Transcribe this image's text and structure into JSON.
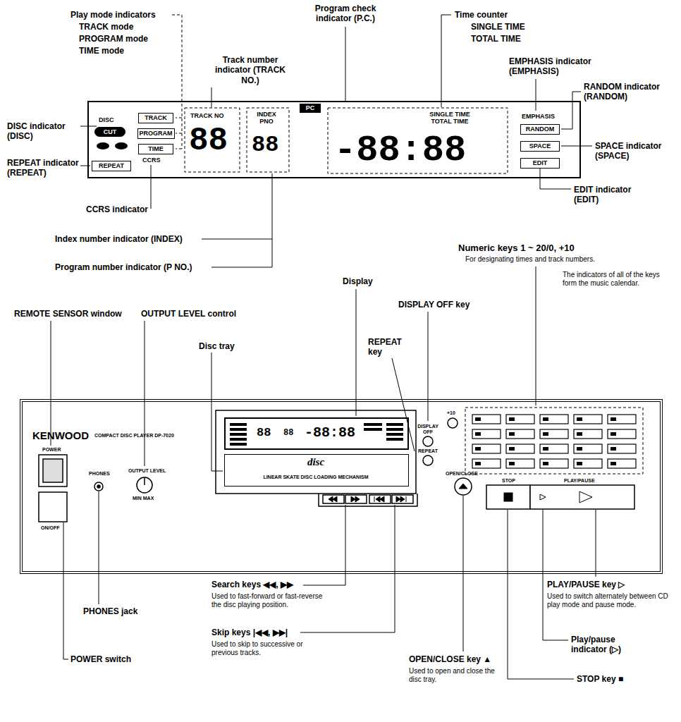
{
  "diagram": {
    "nodes": [
      {
        "text": [
          "DISC",
          "TRACK NO",
          "88",
          "INDEX PNO",
          "88",
          "SINGLE TIME TOTAL TIME",
          "-88:88",
          "EMPHASIS",
          "CCRS"
        ]
      },
      {
        "text": [
          "TRACK"
        ],
        "in": 0
      },
      {
        "text": [
          "PROGRAM"
        ],
        "in": 0
      },
      {
        "text": [
          "TIME"
        ],
        "in": 0
      },
      {
        "text": [
          "REPEAT"
        ],
        "in": 0
      },
      {
        "text": [
          "CUT"
        ],
        "in": 0
      },
      {
        "text": [
          "PC"
        ],
        "in": 0
      },
      {
        "text": [
          "RANDOM"
        ],
        "in": 0
      },
      {
        "text": [
          "SPACE"
        ],
        "in": 0
      },
      {
        "text": [
          "EDIT"
        ],
        "in": 0
      },
      {
        "text": [
          "KENWOOD",
          "COMPACT DISC PLAYER DP-7020",
          "POWER",
          "ON/OFF",
          "PHONES",
          "OUTPUT LEVEL",
          "MIN MAX",
          "+10",
          "DISPLAY OFF",
          "REPEAT",
          "OPEN/CLOSE",
          "STOP",
          "PLAY/PAUSE"
        ]
      },
      {
        "text": [
          "88",
          "88",
          "-88:88"
        ],
        "in": 10
      },
      {
        "text": [
          "disc",
          "LINEAR SKATE DISC LOADING MECHANISM"
        ],
        "in": 10
      }
    ],
    "labels": [
      "Play mode indicators",
      "TRACK mode",
      "PROGRAM mode",
      "TIME mode",
      "Program check indicator (P.C.)",
      "Track number indicator (TRACK NO.)",
      "Time counter",
      "SINGLE TIME",
      "TOTAL TIME",
      "EMPHASIS indicator (EMPHASIS)",
      "RANDOM indicator (RANDOM)",
      "DISC indicator (DISC)",
      "REPEAT indicator (REPEAT)",
      "SPACE indicator (SPACE)",
      "EDIT indicator (EDIT)",
      "CCRS indicator",
      "Index number indicator (INDEX)",
      "Program number indicator (P NO.)",
      "Display",
      "Numeric keys 1 ~ 20/0, +10",
      "For designating times and track numbers.",
      "The indicators of all of the keys form the music calendar.",
      "DISPLAY OFF key",
      "REMOTE SENSOR window",
      "OUTPUT LEVEL control",
      "Disc tray",
      "REPEAT key",
      "Search keys ◀◀, ▶▶",
      "Used to fast-forward or fast-reverse the disc playing position.",
      "PHONES jack",
      "POWER switch",
      "Skip keys |◀◀, ▶▶|",
      "Used to skip to successive or previous tracks.",
      "OPEN/CLOSE key ▲",
      "Used to open and close the disc tray.",
      "PLAY/PAUSE key ▷",
      "Used to switch alternately between CD play mode and pause mode.",
      "Play/pause indicator (▷)",
      "STOP key ■"
    ]
  }
}
